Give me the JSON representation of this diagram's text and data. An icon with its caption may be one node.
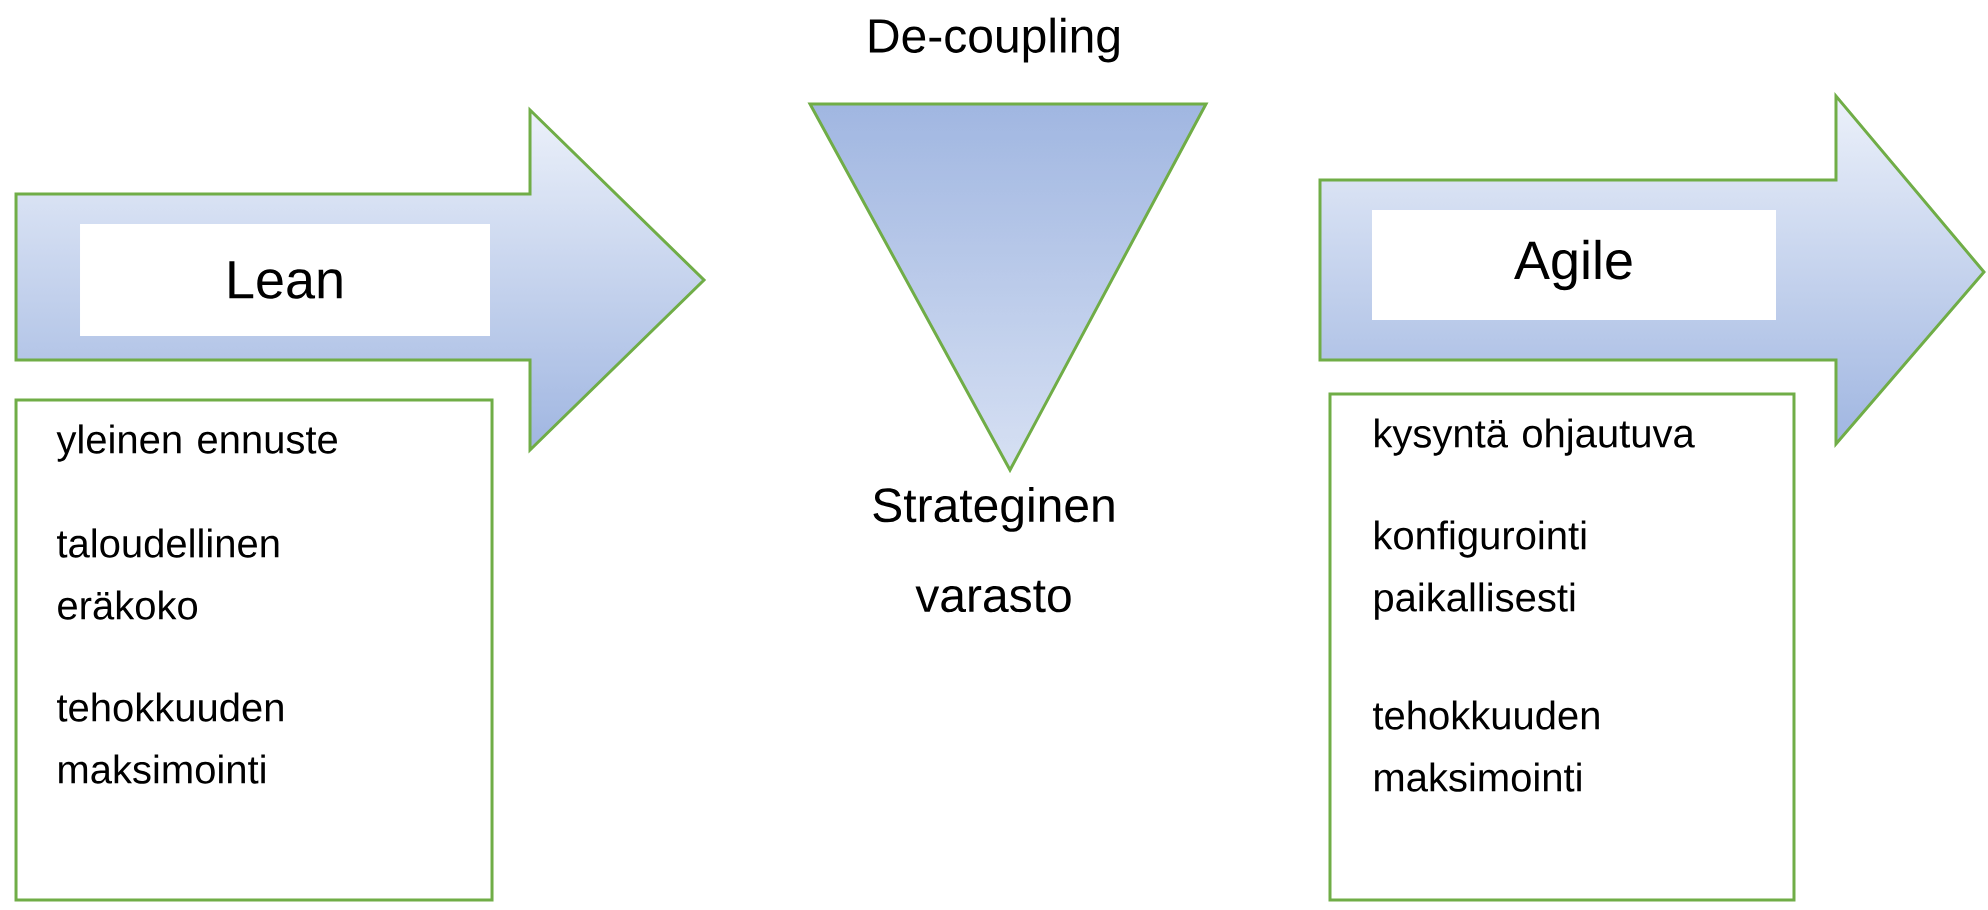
{
  "diagram": {
    "nodes": [
      {
        "text": [
          "Lean"
        ]
      },
      {
        "text": [
          "yleinen ennuste",
          "taloudellinen eräkoko",
          "tehokkuuden maksimointi"
        ]
      },
      {
        "text": [
          "De-coupling"
        ],
        "beside": [
          "Strateginen varasto"
        ]
      },
      {
        "text": [
          "Agile"
        ]
      },
      {
        "text": [
          "kysyntä ohjautuva",
          "konfigurointi paikallisesti",
          "tehokkuuden maksimointi"
        ]
      }
    ]
  }
}
